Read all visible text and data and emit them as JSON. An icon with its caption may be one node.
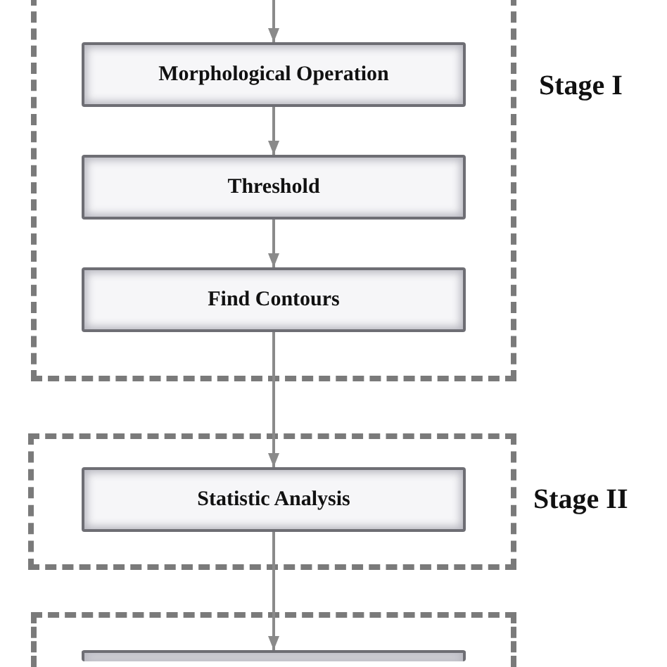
{
  "diagram": {
    "nodes": [
      {
        "text": [
          "Stage I"
        ]
      },
      {
        "text": [
          "Morphological Operation"
        ],
        "in": 0
      },
      {
        "text": [
          "Threshold"
        ],
        "in": 0
      },
      {
        "text": [
          "Find Contours"
        ],
        "in": 0
      },
      {
        "text": [
          "Stage II"
        ]
      },
      {
        "text": [
          "Statistic Analysis"
        ],
        "in": 4
      },
      {
        "text": [],
        "shape": "box"
      },
      {
        "text": [],
        "shape": "box",
        "in": 6
      }
    ],
    "edges": [
      {
        "from": null,
        "to": 1,
        "arrow": "to"
      },
      {
        "from": 1,
        "to": 2,
        "arrow": "to"
      },
      {
        "from": 2,
        "to": 3,
        "arrow": "to"
      },
      {
        "from": 3,
        "to": 5,
        "arrow": "to"
      },
      {
        "from": 5,
        "to": 7,
        "arrow": "to"
      }
    ]
  }
}
